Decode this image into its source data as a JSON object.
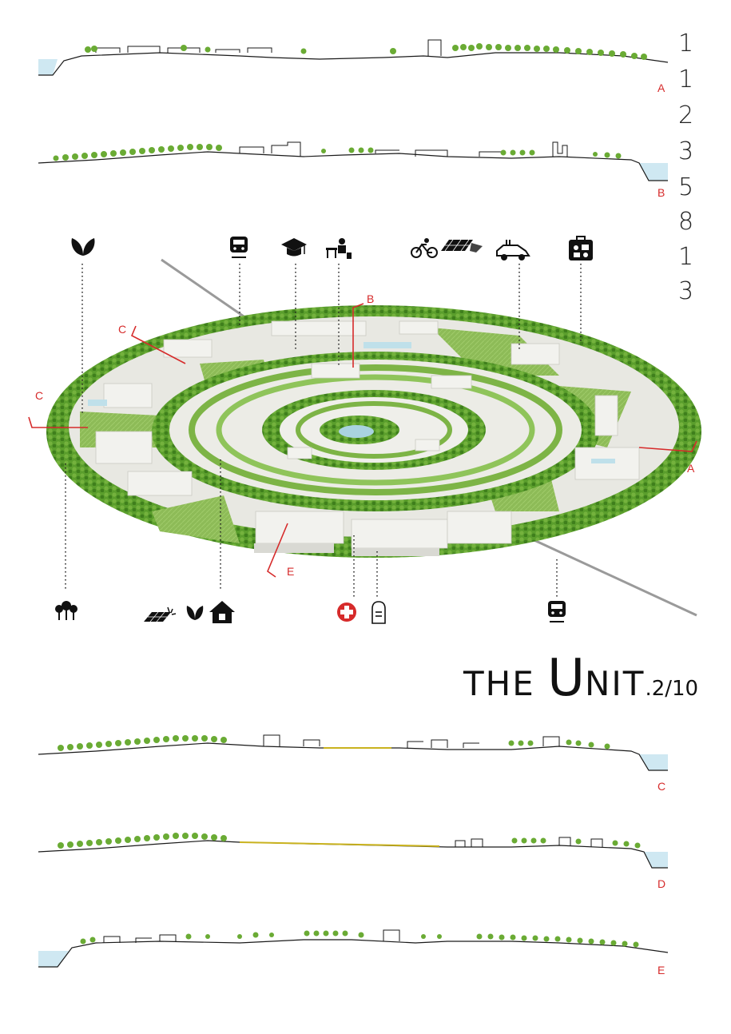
{
  "sequence": [
    "1",
    "1",
    "2",
    "3",
    "5",
    "8",
    "1",
    "3"
  ],
  "title": {
    "part1": "THE ",
    "part2": "U",
    "part3": "NIT",
    "part4": ".2/10"
  },
  "section_labels": {
    "a": "A",
    "b": "B",
    "c": "C",
    "d": "D",
    "e": "E",
    "plan_b": "B",
    "plan_c_top": "C",
    "plan_c_left": "C",
    "plan_a": "A",
    "plan_e": "E"
  },
  "icons_top": [
    "leaf-icon",
    "train-icon",
    "graduation-cap-icon",
    "desk-worker-icon",
    "bicycle-icon",
    "solar-panel-icon",
    "electric-car-icon",
    "luggage-icon"
  ],
  "icons_bottom": [
    "trees-icon",
    "solar-panel-icon",
    "leaf-icon",
    "house-icon",
    "medical-cross-icon",
    "gravestone-icon",
    "train-icon"
  ],
  "colors": {
    "green": "#5a9e2c",
    "green_light": "#8fc45a",
    "accent_red": "#d62b2b",
    "water": "#cfe8f2",
    "ink": "#1a1a1a"
  }
}
